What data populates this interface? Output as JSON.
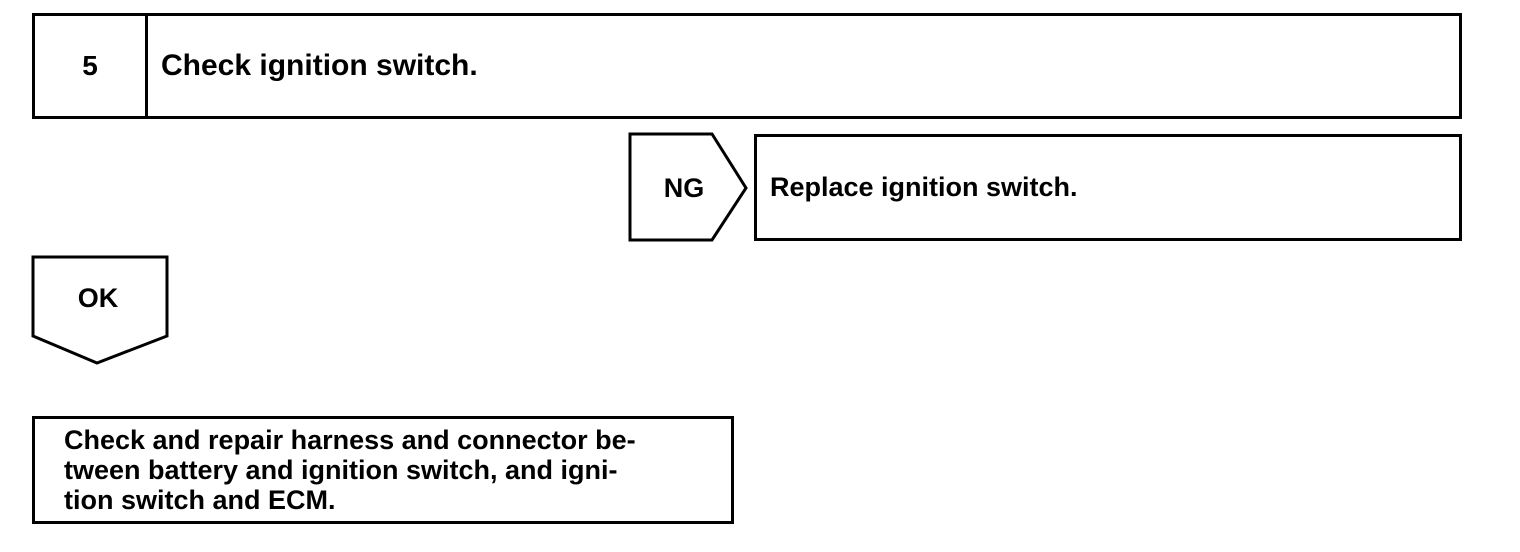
{
  "step": {
    "number": "5",
    "title": "Check ignition switch."
  },
  "ng_branch": {
    "label": "NG",
    "action": "Replace ignition switch."
  },
  "ok_branch": {
    "label": "OK"
  },
  "final_step": {
    "lines": [
      "Check and repair harness and connector be-",
      "tween battery and ignition switch, and igni-",
      "tion switch and ECM."
    ]
  }
}
